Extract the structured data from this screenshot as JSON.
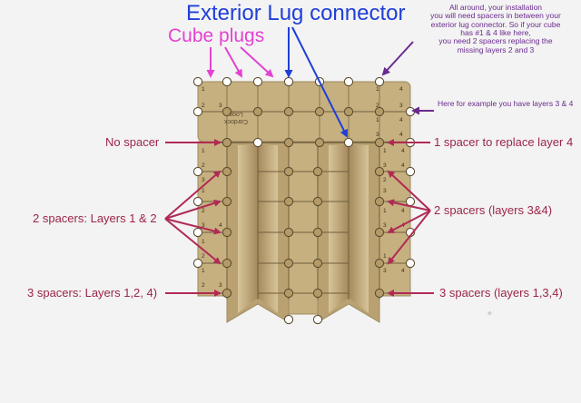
{
  "headings": {
    "lug_connector": "Exterior Lug connector",
    "cube_plugs": "Cube plugs"
  },
  "notes": {
    "top_right": [
      "All around, your installation",
      "you will need spacers in between your",
      "exterior lug connector. So if your cube",
      "has #1 & 4 like here,",
      "you need 2 spacers replacing the",
      "missing layers 2 and 3"
    ],
    "example": "Here for example you have layers 3 & 4"
  },
  "labels": {
    "no_spacer": "No spacer",
    "one_spacer": "1 spacer to replace layer 4",
    "two_left": "2 spacers: Layers 1 & 2",
    "two_right": "2 spacers (layers 3&4)",
    "three_left": "3 spacers: Layers 1,2, 4)",
    "three_right": "3 spacers (layers 1,3,4)"
  },
  "logo_text": [
    "Cardock",
    "Logo"
  ],
  "cell_numbers": {
    "top_left": [
      "1",
      "2",
      "3"
    ],
    "top_right": [
      "1",
      "4",
      "2",
      "3",
      "1",
      "4",
      "3",
      "4"
    ],
    "left_column": [
      "1",
      "2",
      "3",
      "1",
      "2",
      "3",
      "4",
      "1",
      "2",
      "1",
      "2",
      "3"
    ],
    "right_column": [
      "1",
      "4",
      "3",
      "4",
      "2",
      "3",
      "1",
      "4",
      "3",
      "4",
      "1",
      "3",
      "4"
    ]
  },
  "colors": {
    "background": "#f3f3f3",
    "cube_tan": "#c6b07f",
    "cube_dark": "#8a7650",
    "blue_arrow": "#1f3fd8",
    "pink_arrow": "#e442d2",
    "crimson_arrow": "#b02a55",
    "purple_arrow": "#6a2a8e"
  }
}
